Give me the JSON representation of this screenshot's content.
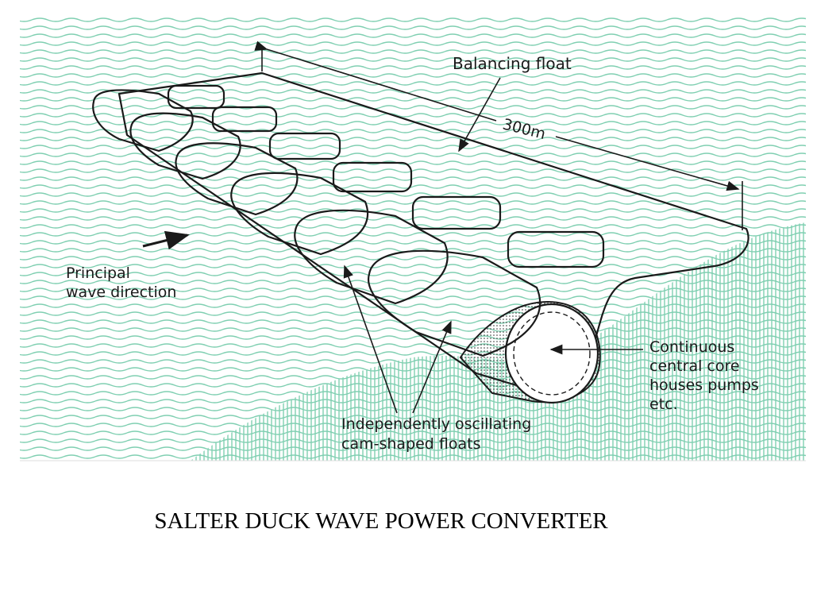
{
  "diagram": {
    "labels": {
      "balancing_float": "Balancing float",
      "length": "300m",
      "wave_direction_line1": "Principal",
      "wave_direction_line2": "wave direction",
      "core_line1": "Continuous",
      "core_line2": "central core",
      "core_line3": "houses pumps",
      "core_line4": "etc.",
      "floats_line1": "Independently oscillating",
      "floats_line2": "cam-shaped floats"
    },
    "colors": {
      "sea": "#b8e6d3",
      "sea_line": "#7fcfb1",
      "ink": "#1a1a1a",
      "float_dark": "#3a3a3a",
      "float_light": "#f2f2f2"
    }
  },
  "caption": "SALTER DUCK WAVE POWER CONVERTER"
}
